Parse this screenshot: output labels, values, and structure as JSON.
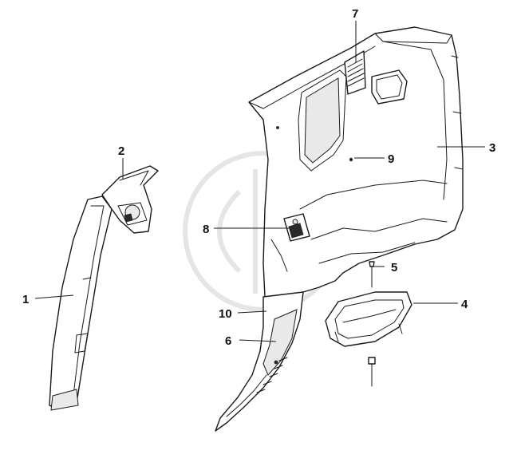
{
  "diagram": {
    "colors": {
      "line": "#1a1a1a",
      "watermark": "#d0d0d0",
      "background": "#ffffff"
    },
    "callouts": [
      {
        "id": "1",
        "label": "1"
      },
      {
        "id": "2",
        "label": "2"
      },
      {
        "id": "3",
        "label": "3"
      },
      {
        "id": "4",
        "label": "4"
      },
      {
        "id": "5",
        "label": "5"
      },
      {
        "id": "6",
        "label": "6"
      },
      {
        "id": "7",
        "label": "7"
      },
      {
        "id": "8",
        "label": "8"
      },
      {
        "id": "9",
        "label": "9"
      },
      {
        "id": "10",
        "label": "10"
      }
    ]
  }
}
